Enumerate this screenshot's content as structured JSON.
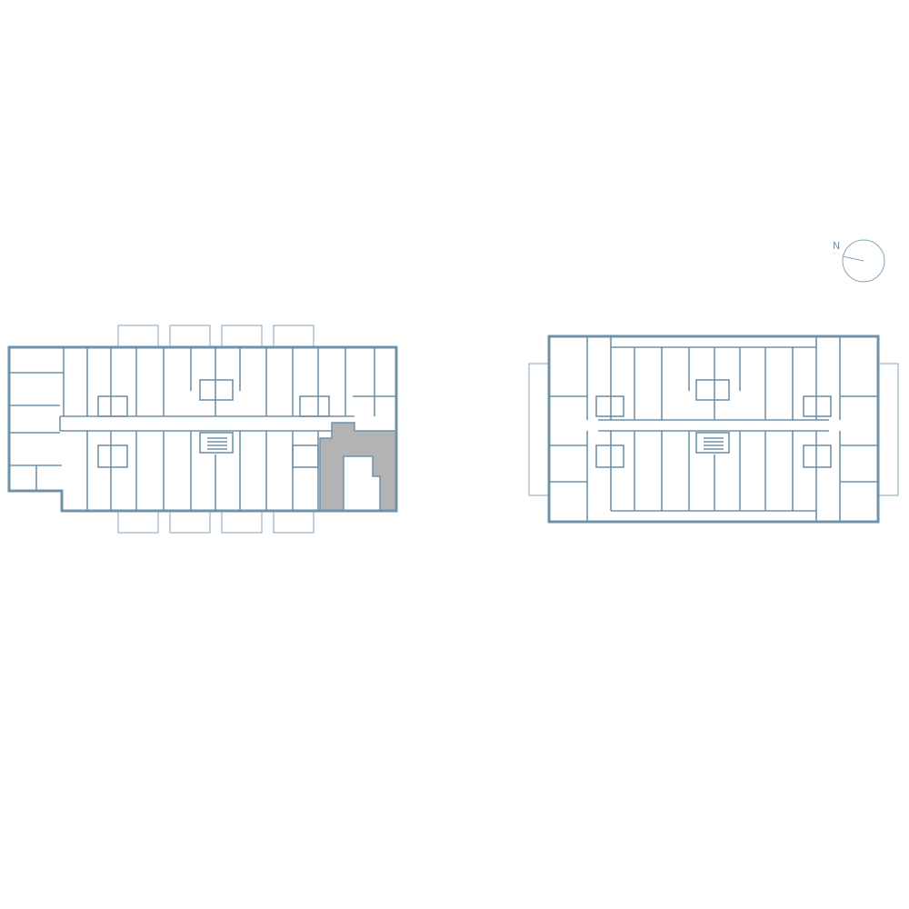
{
  "compass": {
    "label": "N"
  },
  "colors": {
    "wall": "#6f92a8",
    "thin": "#86a6ba",
    "highlight": "#b3b3b3",
    "background": "#ffffff"
  },
  "buildings": [
    {
      "name": "west-building",
      "selected_unit": true
    },
    {
      "name": "east-building",
      "selected_unit": false
    }
  ]
}
